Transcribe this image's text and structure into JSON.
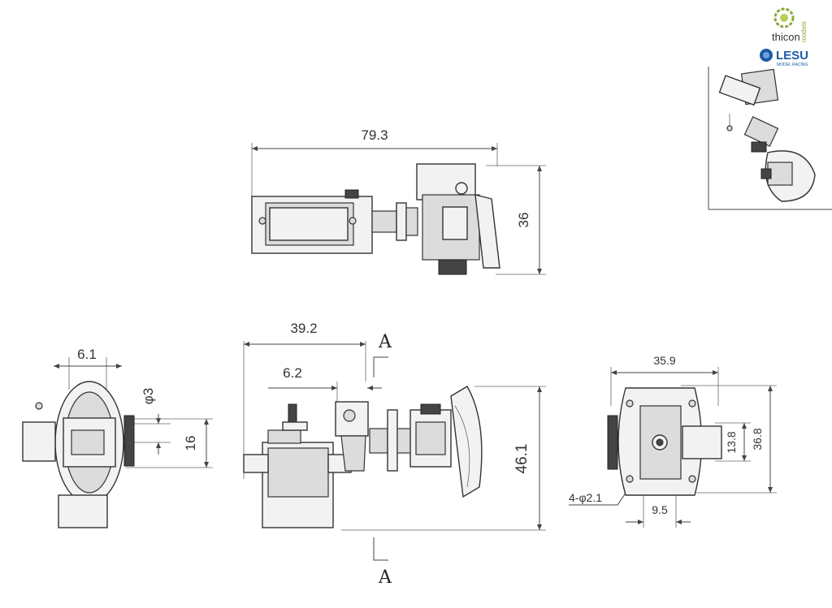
{
  "logos": {
    "thicon_word": "thicon",
    "thicon_sub": "models",
    "lesu_word": "LESU",
    "lesu_sub": "MODEL RACING"
  },
  "top_view": {
    "dim_width": "79.3",
    "dim_height": "36"
  },
  "side_view": {
    "dim_overall": "39.2",
    "dim_offset": "6.2",
    "dim_height": "46.1",
    "section_label_top": "A",
    "section_label_bottom": "A"
  },
  "end_view": {
    "dim_width": "6.1",
    "dim_diameter": "φ3",
    "dim_height": "16"
  },
  "plate_view": {
    "dim_width": "35.9",
    "dim_inner_height": "13.8",
    "dim_outer_height": "36.8",
    "dim_holes": "4-φ2.1",
    "dim_offset": "9.5"
  },
  "colors": {
    "line": "#444444",
    "lesu_blue": "#1c5aa6",
    "thicon_green": "#8aa83a"
  }
}
